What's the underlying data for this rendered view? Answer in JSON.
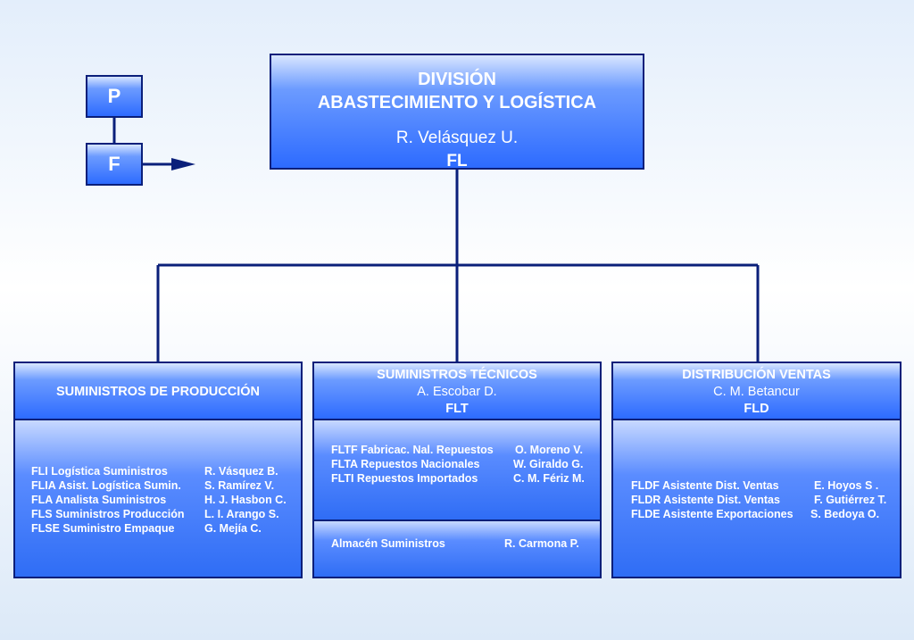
{
  "legend": {
    "p": "P",
    "f": "F"
  },
  "top": {
    "line1": "DIVISIÓN",
    "line2": "ABASTECIMIENTO Y LOGÍSTICA",
    "person": "R. Velásquez U.",
    "code": "FL"
  },
  "units": [
    {
      "title": "SUMINISTROS DE PRODUCCIÓN",
      "rows": [
        {
          "role": "FLI Logística Suministros",
          "name": "R. Vásquez B."
        },
        {
          "role": "FLIA Asist. Logística Sumin.",
          "name": "S. Ramírez V."
        },
        {
          "role": "FLA Analista Suministros",
          "name": "H. J. Hasbon C."
        },
        {
          "role": "FLS Suministros Producción",
          "name": "L. I. Arango S."
        },
        {
          "role": "FLSE Suministro Empaque",
          "name": "G.  Mejía C."
        }
      ]
    },
    {
      "title": "SUMINISTROS TÉCNICOS",
      "person": "A. Escobar D.",
      "code": "FLT",
      "rows": [
        {
          "role": "FLTF Fabricac. Nal. Repuestos",
          "name": "O. Moreno V."
        },
        {
          "role": "FLTA Repuestos Nacionales",
          "name": "W. Giraldo G."
        },
        {
          "role": "FLTI Repuestos Importados",
          "name": "C. M. Fériz M."
        }
      ],
      "sub": {
        "role": "Almacén Suministros",
        "name": "R. Carmona P."
      }
    },
    {
      "title": "DISTRIBUCIÓN VENTAS",
      "person": "C. M. Betancur",
      "code": "FLD",
      "rows": [
        {
          "role": "FLDF Asistente Dist. Ventas",
          "name": "E. Hoyos S ."
        },
        {
          "role": "FLDR Asistente Dist. Ventas",
          "name": "F. Gutiérrez T."
        },
        {
          "role": "FLDE Asistente Exportaciones",
          "name": "S. Bedoya O."
        }
      ]
    }
  ],
  "colors": {
    "line": "#0a1f7a",
    "box_dark": "#2d6bff",
    "box_light": "#d9e6ff"
  }
}
